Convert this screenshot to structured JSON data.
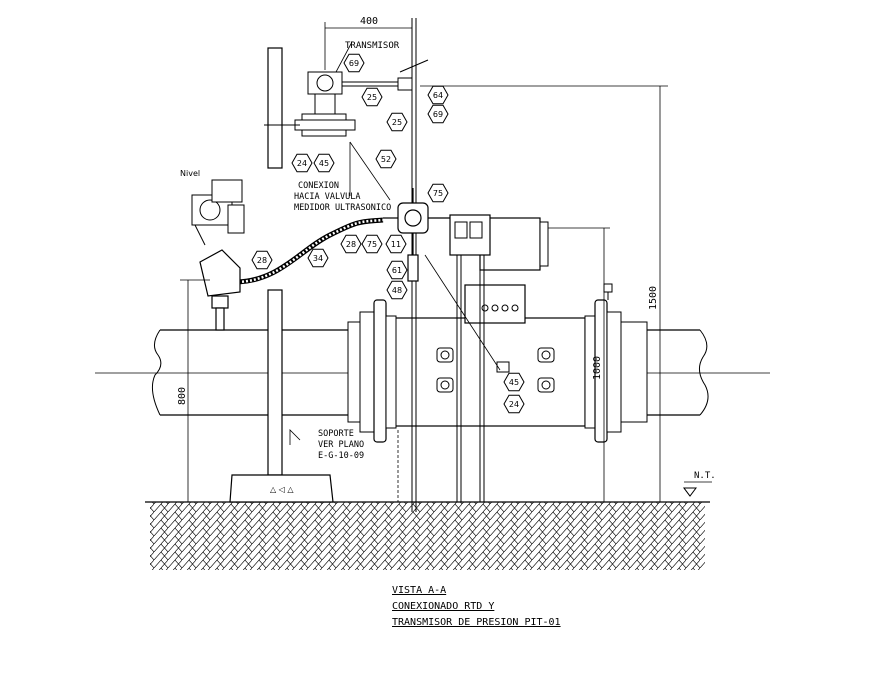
{
  "title_block": {
    "line1": "VISTA A-A",
    "line2": "CONEXIONADO RTD Y",
    "line3": "TRANSMISOR DE PRESION PIT-01"
  },
  "labels": {
    "transmisor": "TRANSMISOR",
    "conexion1": "CONEXION",
    "conexion2": "HACIA VALVULA",
    "conexion3": "MEDIDOR ULTRASONICO",
    "soporte1": "SOPORTE",
    "soporte2": "VER PLANO",
    "soporte3": "E-G-10-09",
    "nt": "N.T."
  },
  "dimensions": {
    "top_width": "400",
    "height_total": "1500",
    "height_pipe": "1000",
    "height_left": "800"
  },
  "tags": [
    "69",
    "25",
    "64",
    "69",
    "25",
    "24",
    "45",
    "52",
    "75",
    "28",
    "75",
    "11",
    "28",
    "34",
    "61",
    "48",
    "45",
    "24"
  ],
  "colors": {
    "line": "#000000",
    "background": "#ffffff"
  }
}
